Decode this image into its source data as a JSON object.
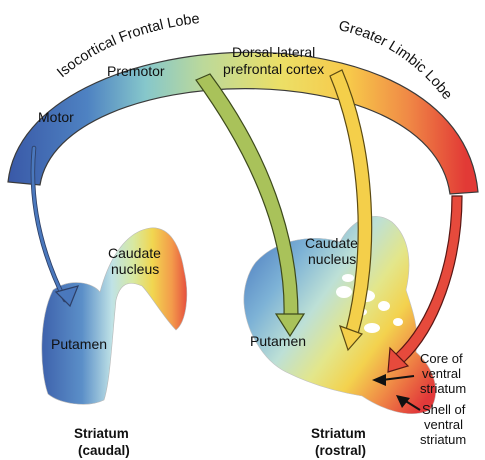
{
  "arc": {
    "left_title": "Isocortical Frontal Lobe",
    "right_title": "Greater Limbic Lobe",
    "motor": "Motor",
    "premotor": "Premotor",
    "dlpfc_line1": "Dorsal-lateral",
    "dlpfc_line2": "prefrontal cortex"
  },
  "caudal": {
    "caudate_line1": "Caudate",
    "caudate_line2": "nucleus",
    "putamen": "Putamen",
    "caption_line1": "Striatum",
    "caption_line2": "(caudal)"
  },
  "rostral": {
    "caudate_line1": "Caudate",
    "caudate_line2": "nucleus",
    "putamen": "Putamen",
    "core_line1": "Core of",
    "core_line2": "ventral",
    "core_line3": "striatum",
    "shell_line1": "Shell of",
    "shell_line2": "ventral",
    "shell_line3": "striatum",
    "caption_line1": "Striatum",
    "caption_line2": "(rostral)"
  },
  "colors": {
    "motor": "#3a62b0",
    "premotor": "#7fc4c9",
    "dlpfc": "#f0d548",
    "limbic": "#e8463c",
    "arrow_motor": "#4a78bd",
    "arrow_premotor": "#a9c25a",
    "arrow_dlpfc": "#f4cf4a",
    "arrow_limbic": "#e64a3c"
  }
}
